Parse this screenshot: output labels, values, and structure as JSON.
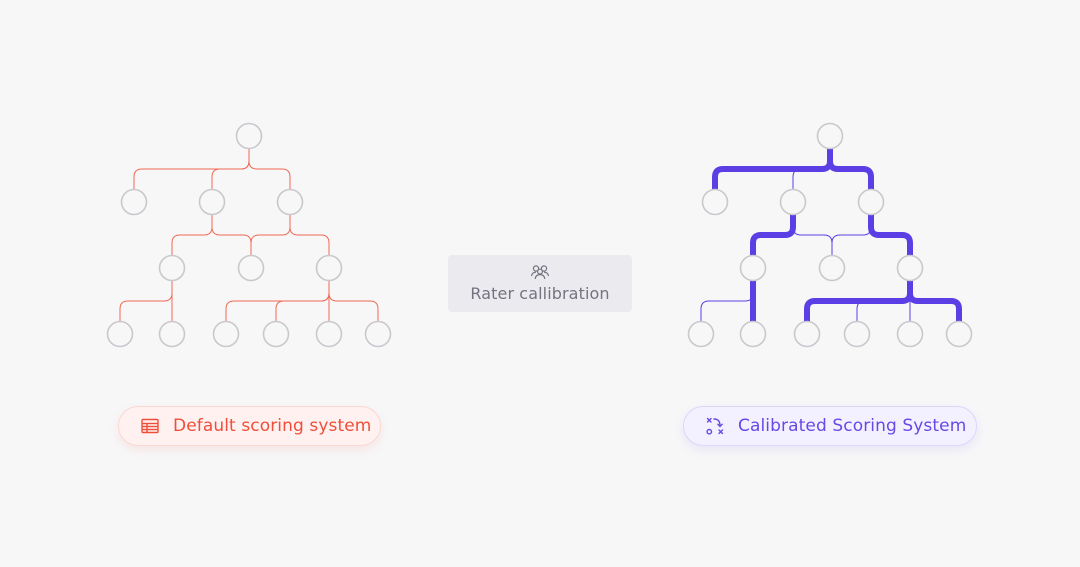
{
  "center": {
    "label": "Rater callibration",
    "icon": "users-icon"
  },
  "badges": {
    "left": {
      "label": "Default scoring system",
      "icon": "table-icon",
      "color": "#ef4f3a"
    },
    "right": {
      "label": "Calibrated Scoring System",
      "icon": "strategy-icon",
      "color": "#6848e6"
    }
  },
  "colors": {
    "background": "#f7f7f8",
    "node_stroke": "#c9c8cd",
    "default_edges": "#f06a55",
    "calibrated_edges": "#5b3fe4"
  },
  "trees": {
    "default": {
      "edges": [
        {
          "from": 0,
          "to": 1,
          "weight": 1
        },
        {
          "from": 0,
          "to": 2,
          "weight": 1
        },
        {
          "from": 0,
          "to": 3,
          "weight": 1
        },
        {
          "from": 2,
          "to": 4,
          "weight": 1
        },
        {
          "from": 2,
          "to": 5,
          "weight": 1
        },
        {
          "from": 3,
          "to": 5,
          "weight": 1
        },
        {
          "from": 3,
          "to": 6,
          "weight": 1
        },
        {
          "from": 4,
          "to": 7,
          "weight": 1
        },
        {
          "from": 4,
          "to": 8,
          "weight": 1
        },
        {
          "from": 6,
          "to": 9,
          "weight": 1
        },
        {
          "from": 6,
          "to": 10,
          "weight": 1
        },
        {
          "from": 6,
          "to": 11,
          "weight": 1
        },
        {
          "from": 6,
          "to": 12,
          "weight": 1
        }
      ]
    },
    "calibrated": {
      "edges": [
        {
          "from": 0,
          "to": 1,
          "weight": 3
        },
        {
          "from": 0,
          "to": 2,
          "weight": 1
        },
        {
          "from": 0,
          "to": 3,
          "weight": 3
        },
        {
          "from": 2,
          "to": 4,
          "weight": 3
        },
        {
          "from": 2,
          "to": 5,
          "weight": 1
        },
        {
          "from": 3,
          "to": 5,
          "weight": 1
        },
        {
          "from": 3,
          "to": 6,
          "weight": 3
        },
        {
          "from": 4,
          "to": 7,
          "weight": 1
        },
        {
          "from": 4,
          "to": 8,
          "weight": 3
        },
        {
          "from": 6,
          "to": 9,
          "weight": 3
        },
        {
          "from": 6,
          "to": 10,
          "weight": 1
        },
        {
          "from": 6,
          "to": 11,
          "weight": 1
        },
        {
          "from": 6,
          "to": 12,
          "weight": 3
        }
      ]
    }
  }
}
